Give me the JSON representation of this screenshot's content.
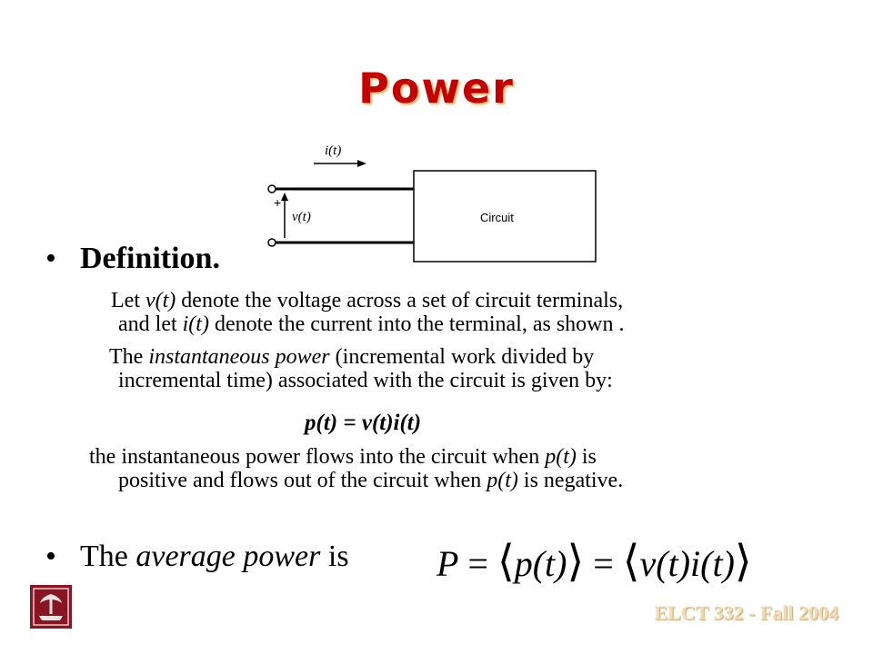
{
  "title": "Power",
  "circuit": {
    "current_label": "i(t)",
    "voltage_label": "v(t)",
    "plus_label": "+",
    "box_label": "Circuit"
  },
  "bullets": [
    {
      "label": "Definition."
    },
    {
      "prefix": "The ",
      "italic": "average power",
      "suffix": " is"
    }
  ],
  "paragraphs": {
    "p1": {
      "line1_start": "Let ",
      "line1_var": "v(t)",
      "line1_end": " denote the voltage across a set of circuit terminals,",
      "line2_start": "and let ",
      "line2_var": "i(t)",
      "line2_end": " denote the current into the terminal, as shown ."
    },
    "p2": {
      "line1_start": "The ",
      "line1_italic": "instantaneous power",
      "line1_end": " (incremental work divided by",
      "line2": "incremental time) associated with the circuit is given by:"
    },
    "formula": "p(t) = v(t)i(t)",
    "p3": {
      "line1_start": "the instantaneous power flows into the circuit when ",
      "line1_var": "p(t)",
      "line1_end": " is",
      "line2_start": "positive and flows out of the circuit when ",
      "line2_var": "p(t)",
      "line2_end": " is negative."
    }
  },
  "average_formula": {
    "lhs": "P",
    "eq1": "=",
    "term1": "p(t)",
    "eq2": "=",
    "term2": "v(t)i(t)"
  },
  "footer": "ELCT 332  - Fall 2004"
}
